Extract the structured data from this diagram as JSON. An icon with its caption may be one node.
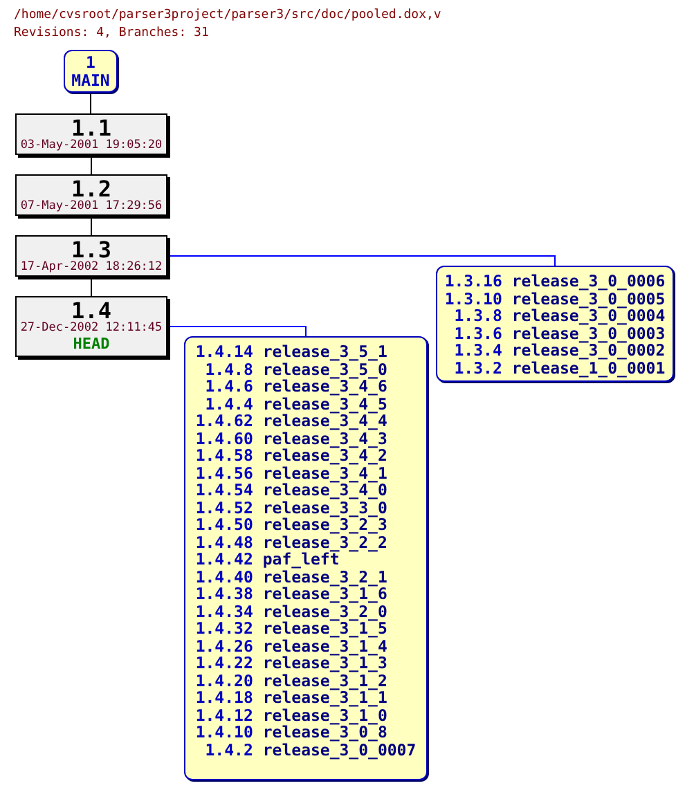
{
  "diagram": {
    "title": "/home/cvsroot/parser3project/parser3/src/doc/pooled.dox,v",
    "labels": [
      "Revisions: 4, Branches: 31"
    ],
    "nodes": [
      {
        "text": [
          "1",
          "MAIN"
        ]
      },
      {
        "text": [
          "1.1",
          "03-May-2001 19:05:20"
        ]
      },
      {
        "text": [
          "1.2",
          "07-May-2001 17:29:56"
        ]
      },
      {
        "text": [
          "1.3",
          "17-Apr-2002 18:26:12"
        ]
      },
      {
        "text": [
          "1.4",
          "27-Dec-2002 12:11:45",
          "HEAD"
        ]
      },
      {
        "text": [
          "1.3.16",
          "release_3_0_0006",
          "1.3.10",
          "release_3_0_0005",
          "1.3.8",
          "release_3_0_0004",
          "1.3.6",
          "release_3_0_0003",
          "1.3.4",
          "release_3_0_0002",
          "1.3.2",
          "release_1_0_0001"
        ]
      },
      {
        "text": [
          "1.4.14",
          "release_3_5_1",
          "1.4.8",
          "release_3_5_0",
          "1.4.6",
          "release_3_4_6",
          "1.4.4",
          "release_3_4_5",
          "1.4.62",
          "release_3_4_4",
          "1.4.60",
          "release_3_4_3",
          "1.4.58",
          "release_3_4_2",
          "1.4.56",
          "release_3_4_1",
          "1.4.54",
          "release_3_4_0",
          "1.4.52",
          "release_3_3_0",
          "1.4.50",
          "release_3_2_3",
          "1.4.48",
          "release_3_2_2",
          "1.4.42",
          "paf_left",
          "1.4.40",
          "release_3_2_1",
          "1.4.38",
          "release_3_1_6",
          "1.4.34",
          "release_3_2_0",
          "1.4.32",
          "release_3_1_5",
          "1.4.26",
          "release_3_1_4",
          "1.4.22",
          "release_3_1_3",
          "1.4.20",
          "release_3_1_2",
          "1.4.18",
          "release_3_1_1",
          "1.4.12",
          "release_3_1_0",
          "1.4.10",
          "release_3_0_8",
          "1.4.2",
          "release_3_0_0007"
        ]
      }
    ],
    "edges": [
      {
        "from": 0,
        "to": 1,
        "arrow": "none"
      },
      {
        "from": 1,
        "to": 2,
        "arrow": "none"
      },
      {
        "from": 2,
        "to": 3,
        "arrow": "none"
      },
      {
        "from": 3,
        "to": 4,
        "arrow": "none"
      },
      {
        "from": 3,
        "to": 5,
        "arrow": "none",
        "color": "#0000ff"
      },
      {
        "from": 4,
        "to": 6,
        "arrow": "none",
        "color": "#0000ff"
      }
    ]
  }
}
